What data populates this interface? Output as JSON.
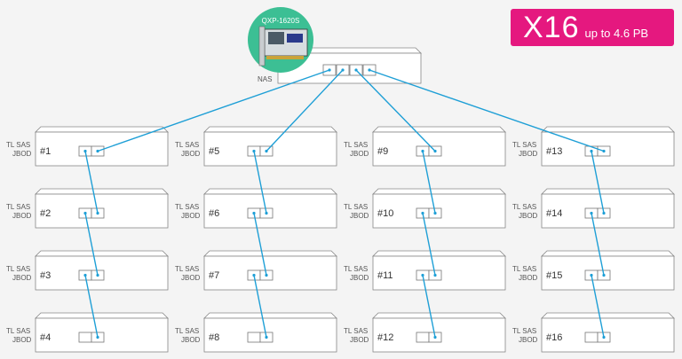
{
  "badge": {
    "count": "X16",
    "capacity": "up to 4.6 PB"
  },
  "nas": {
    "label": "NAS",
    "card_label": "QXP-1620S"
  },
  "jbod": {
    "label_line1": "TL SAS",
    "label_line2": "JBOD",
    "columns": [
      [
        "#1",
        "#2",
        "#3",
        "#4"
      ],
      [
        "#5",
        "#6",
        "#7",
        "#8"
      ],
      [
        "#9",
        "#10",
        "#11",
        "#12"
      ],
      [
        "#13",
        "#14",
        "#15",
        "#16"
      ]
    ]
  },
  "colors": {
    "cable": "#1e9fd6",
    "badge": "#e5187f",
    "card_circle": "#3cbf94",
    "box_stroke": "#888888"
  }
}
